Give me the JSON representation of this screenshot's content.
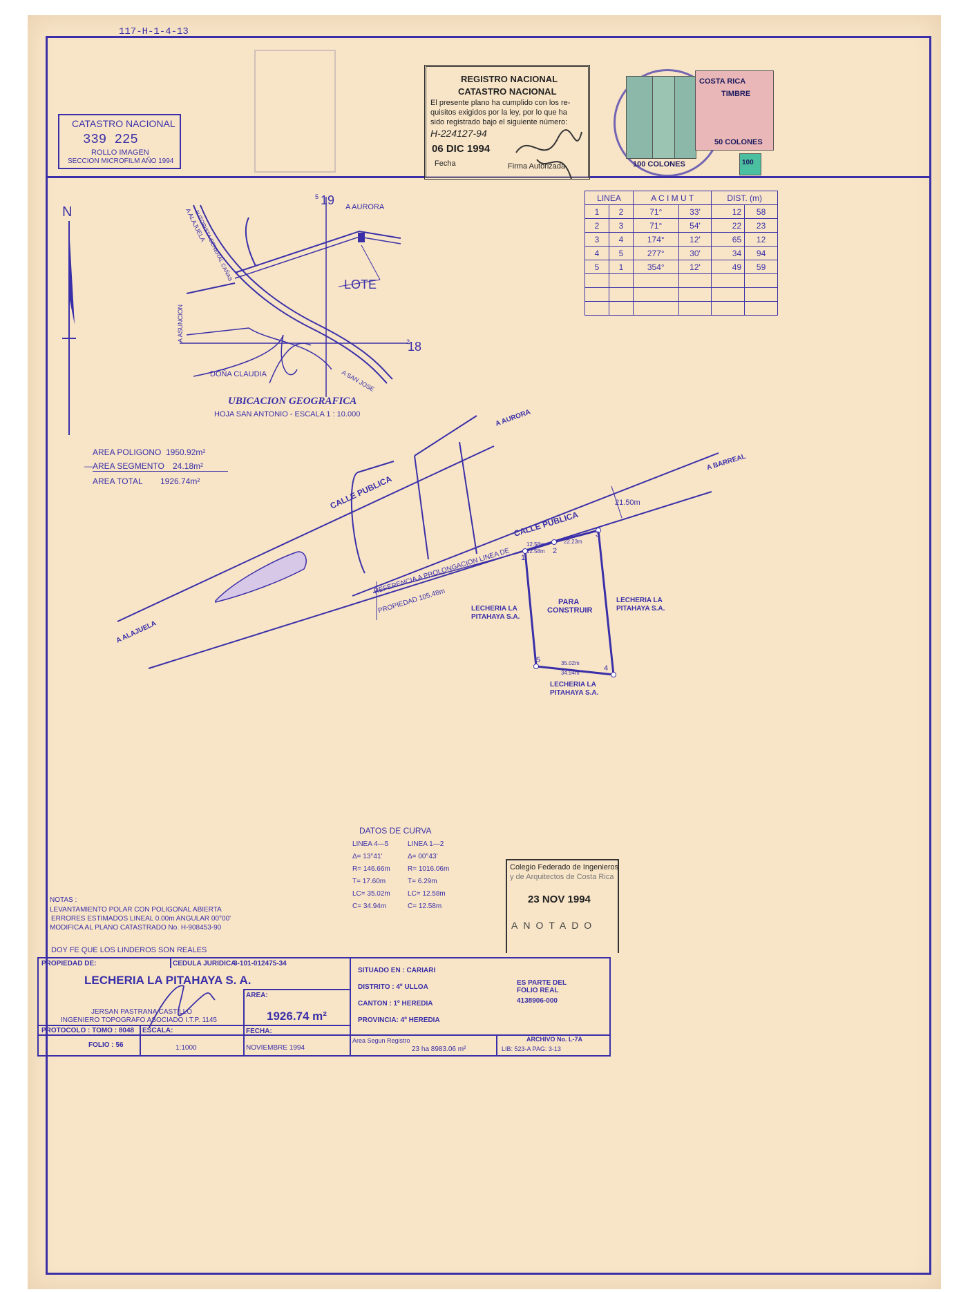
{
  "sheet_code": "117-H-1-4-13",
  "catastro_box": {
    "title": "CATASTRO NACIONAL",
    "number": "339 225",
    "line1": "ROLLO   IMAGEN",
    "line2": "SECCION MICROFILM AÑO 1994"
  },
  "registro_box": {
    "line1": "REGISTRO   NACIONAL",
    "line2": "CATASTRO   NACIONAL",
    "line3": "El presente plano ha cumplido con los re-",
    "line4": "quisitos exigidos por la ley, por lo que ha",
    "line5": "sido registrado bajo el siguiente número:",
    "number": "H-224127-94",
    "date": "06 DIC 1994",
    "fecha_label": "Fecha",
    "firma_label": "Firma Autorizada"
  },
  "stamps": {
    "costa_rica": "COSTA RICA",
    "timbre": "TIMBRE",
    "fifty_colones": "50 COLONES",
    "hundred_colones": "100 COLONES",
    "hundred": "100"
  },
  "north_label": "N",
  "azimuth_table": {
    "headers": [
      "LINEA",
      "A C I M U T",
      "DIST. (m)"
    ],
    "rows": [
      [
        "1",
        "2",
        "71°",
        "33'",
        "12",
        "58"
      ],
      [
        "2",
        "3",
        "71°",
        "54'",
        "22",
        "23"
      ],
      [
        "3",
        "4",
        "174°",
        "12'",
        "65",
        "12"
      ],
      [
        "4",
        "5",
        "277°",
        "30'",
        "34",
        "94"
      ],
      [
        "5",
        "1",
        "354°",
        "12'",
        "49",
        "59"
      ]
    ],
    "empty_rows": 3
  },
  "location_map": {
    "label_19": "19",
    "label_18": "18",
    "label_5": "5",
    "label_2": "2",
    "aurora": "A AURORA",
    "alajuela": "A ALAJUELA",
    "autopista": "AUTOPISTA GENERAL CAÑAS",
    "asuncion": "A ASUNCION",
    "lote": "LOTE",
    "dona_claudia": "DOÑA CLAUDIA",
    "san_jose": "A SAN JOSE",
    "title": "UBICACION   GEOGRAFICA",
    "subtitle": "HOJA SAN ANTONIO   -   ESCALA  1 : 10.000"
  },
  "areas": {
    "poligono_label": "AREA POLIGONO",
    "poligono_value": "1950.92m²",
    "segmento_label": "—AREA SEGMENTO",
    "segmento_value": "24.18m²",
    "total_label": "AREA  TOTAL",
    "total_value": "1926.74m²"
  },
  "plan": {
    "a_aurora": "A AURORA",
    "a_barreal": "A BARREAL",
    "a_alajuela": "A ALAJUELA",
    "calle_publica_1": "CALLE PUBLICA",
    "calle_publica_2": "CALLE PUBLICA",
    "width": "21.50m",
    "referencia": "REFERENCIA A PROLONGACION LINEA DE",
    "propiedad": "PROPIEDAD 105.48m",
    "d1": "12.58m",
    "d1b": "12.58m",
    "d2": "22.23m",
    "d3": "35.02m",
    "d4": "34.94m",
    "p1": "1",
    "p2": "2",
    "p3": "3",
    "p4": "4",
    "p5": "5",
    "para_construir_1": "PARA",
    "para_construir_2": "CONSTRUIR",
    "lecheria_w1": "LECHERIA  LA",
    "lecheria_w2": "PITAHAYA S.A.",
    "lecheria_e1": "LECHERIA  LA",
    "lecheria_e2": "PITAHAYA  S.A.",
    "lecheria_s1": "LECHERIA  LA",
    "lecheria_s2": "PITAHAYA S.A."
  },
  "curva": {
    "title": "DATOS DE CURVA",
    "col1": [
      "LINEA 4—5",
      "Δ= 13°41'",
      "R= 146.66m",
      "T= 17.60m",
      "LC= 35.02m",
      "C= 34.94m"
    ],
    "col2": [
      "LINEA 1—2",
      "Δ= 00°43'",
      "R= 1016.06m",
      "T= 6.29m",
      "LC= 12.58m",
      "C= 12.58m"
    ]
  },
  "colegio_stamp": {
    "line1": "Colegio Federado de Ingenieros",
    "line2": "y de Arquitectos de Costa Rica",
    "date": "23 NOV 1994",
    "bottom": "ANOTADO"
  },
  "notas": {
    "title": "NOTAS :",
    "l1": "LEVANTAMIENTO POLAR CON POLIGONAL ABIERTA",
    "l2": "ERRORES  ESTIMADOS  LINEAL 0.00m  ANGULAR 00°00'",
    "l3": "MODIFICA AL PLANO CATASTRADO No. H-908453-90"
  },
  "doy_fe": "DOY FE QUE LOS LINDEROS SON REALES",
  "title_block": {
    "propiedad_label": "PROPIEDAD  DE:",
    "cedula_label": "CEDULA JURIDICA",
    "cedula_value": "3-101-012475-34",
    "owner": "LECHERIA  LA PITAHAYA  S. A.",
    "engineer_1": "JERSAN PASTRANA CASTILLO",
    "engineer_2": "INGENIERO TOPOGRAFO ASOCIADO I.T.P. 1145",
    "area_label": "AREA:",
    "area_value": "1926.74 m²",
    "situado_label": "SITUADO EN : CARIARI",
    "distrito": "DISTRITO : 4º ULLOA",
    "canton": "CANTON : 1º HEREDIA",
    "provincia": "PROVINCIA: 4º HEREDIA",
    "es_parte_1": "ES PARTE DEL",
    "es_parte_2": "FOLIO REAL",
    "folio_real": "4138906-000",
    "protocolo": "PROTOCOLO : TOMO : 8048",
    "folio": "FOLIO : 56",
    "escala_label": "ESCALA:",
    "escala_value": "1:1000",
    "fecha_label": "FECHA:",
    "fecha_value": "NOVIEMBRE  1994",
    "area_registro_label": "Area Segun Registro",
    "area_registro_value": "23 ha  8983.06  m²",
    "archivo": "ARCHIVO No.  L-7A",
    "lib": "LIB: 523-A   PAG: 3-13"
  }
}
